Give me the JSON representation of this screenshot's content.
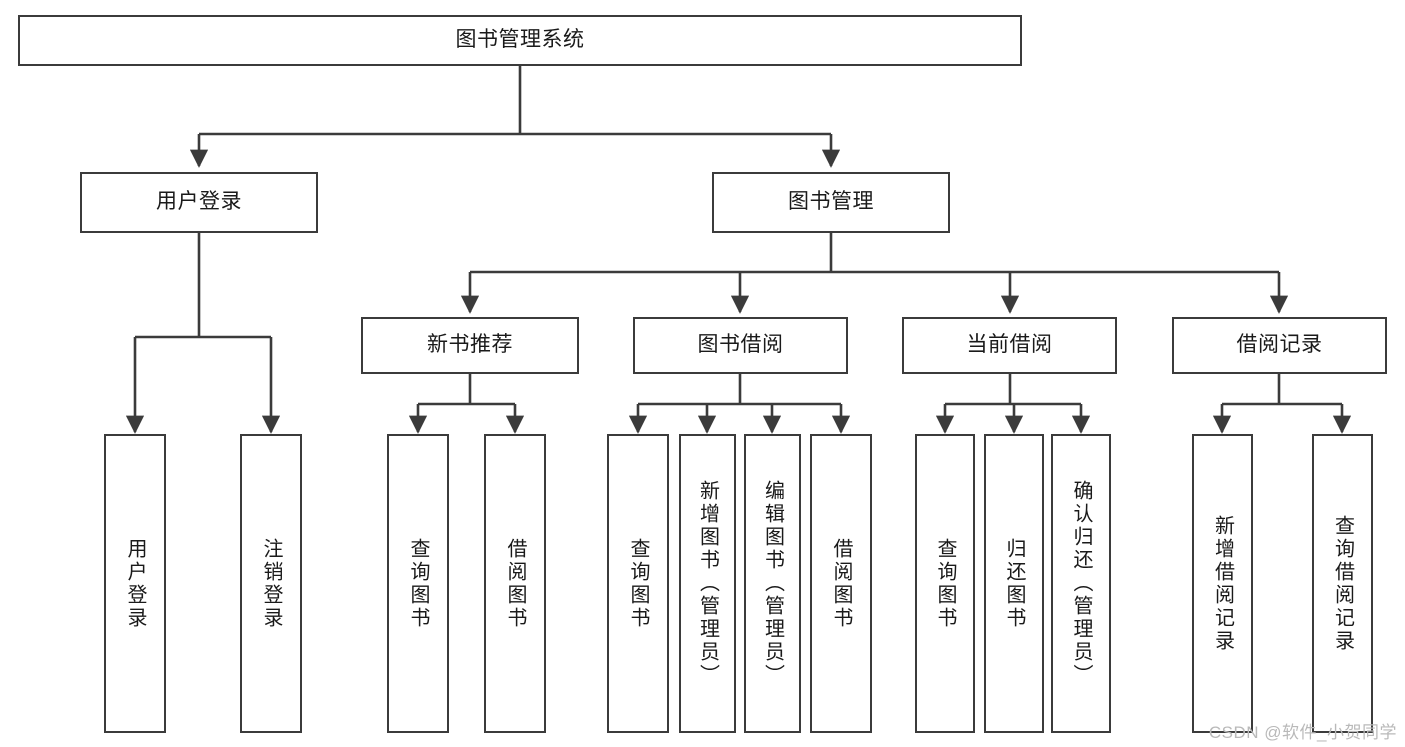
{
  "diagram": {
    "type": "tree",
    "title": "图书管理系统",
    "orientation": "top-down",
    "line_color": "#3b3b3b",
    "box_fill": "#ffffff",
    "text_color": "#1a1a1a"
  },
  "root": {
    "label": "图书管理系统"
  },
  "level2": [
    {
      "label": "用户登录"
    },
    {
      "label": "图书管理"
    }
  ],
  "level3": [
    {
      "label": "新书推荐"
    },
    {
      "label": "图书借阅"
    },
    {
      "label": "当前借阅"
    },
    {
      "label": "借阅记录"
    }
  ],
  "leaves": {
    "user_login": [
      {
        "label": "用户登录"
      },
      {
        "label": "注销登录"
      }
    ],
    "new_book": [
      {
        "label": "查询图书"
      },
      {
        "label": "借阅图书"
      }
    ],
    "book_borrow": [
      {
        "label": "查询图书"
      },
      {
        "label": "新增图书（管理员）"
      },
      {
        "label": "编辑图书（管理员）"
      },
      {
        "label": "借阅图书"
      }
    ],
    "current_borrow": [
      {
        "label": "查询图书"
      },
      {
        "label": "归还图书"
      },
      {
        "label": "确认归还（管理员）"
      }
    ],
    "borrow_record": [
      {
        "label": "新增借阅记录"
      },
      {
        "label": "查询借阅记录"
      }
    ]
  },
  "watermark": {
    "text": "CSDN @软件_小贺同学",
    "color": "#b9b9b9"
  }
}
